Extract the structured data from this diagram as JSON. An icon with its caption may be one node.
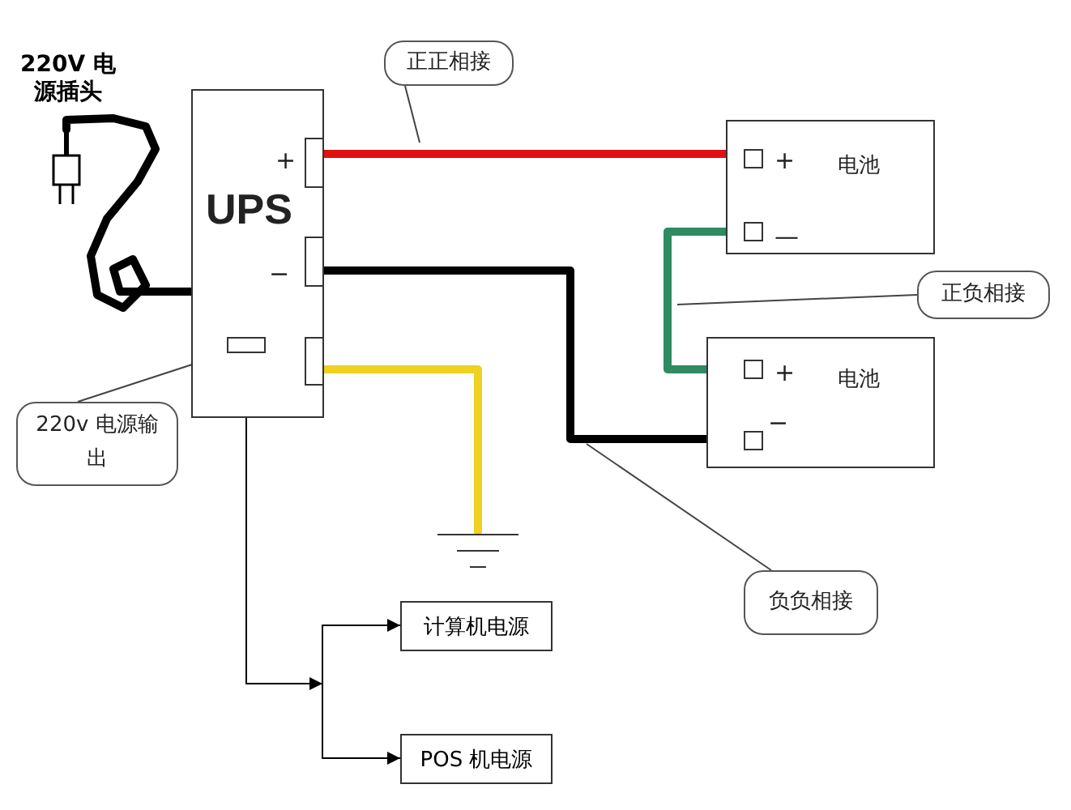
{
  "diagram": {
    "nodes": [
      {
        "text": [
          "UPS"
        ]
      },
      {
        "text": [],
        "shape": "box",
        "in": 0
      },
      {
        "text": [],
        "shape": "box",
        "in": 0
      },
      {
        "text": [],
        "shape": "box",
        "in": 0
      },
      {
        "text": [],
        "shape": "box",
        "in": 0
      },
      {
        "text": [],
        "shape": "picture",
        "beside": [
          "220V 电源插头"
        ]
      },
      {
        "text": [
          "电池"
        ]
      },
      {
        "text": [],
        "shape": "box",
        "in": 6
      },
      {
        "text": [],
        "shape": "box",
        "in": 6
      },
      {
        "text": [
          "电池"
        ]
      },
      {
        "text": [],
        "shape": "box",
        "in": 9
      },
      {
        "text": [],
        "shape": "box",
        "in": 9
      },
      {
        "text": [],
        "shape": "ground"
      },
      {
        "text": [
          "计算机电源"
        ]
      },
      {
        "text": [
          "POS 机电源"
        ]
      },
      {
        "text": [
          "正正相接"
        ]
      },
      {
        "text": [
          "正负相接"
        ]
      },
      {
        "text": [
          "负负相接"
        ]
      },
      {
        "text": [
          "220v 电源输出"
        ]
      }
    ],
    "edges": [
      {
        "from": 5,
        "to": 0,
        "arrow": "none",
        "style": "thick"
      },
      {
        "from": 1,
        "to": 7,
        "arrow": "none",
        "style": "thick",
        "color": "#e01010"
      },
      {
        "from": 2,
        "to": 11,
        "arrow": "none",
        "style": "thick"
      },
      {
        "from": 8,
        "to": 10,
        "arrow": "none",
        "style": "thick",
        "color": "#2e8b62"
      },
      {
        "from": 3,
        "to": 12,
        "arrow": "none",
        "style": "thick",
        "color": "#f0d020"
      },
      {
        "from": 4,
        "to": 13,
        "arrow": "to"
      },
      {
        "from": 4,
        "to": 14,
        "arrow": "to"
      },
      {
        "from": 15,
        "to": null,
        "arrow": "none"
      },
      {
        "from": 16,
        "to": null,
        "arrow": "none"
      },
      {
        "from": 17,
        "to": null,
        "arrow": "none"
      },
      {
        "from": 18,
        "to": 4,
        "arrow": "none"
      }
    ],
    "labels": [
      "+",
      "−",
      "+",
      "—",
      "+",
      "−"
    ]
  }
}
